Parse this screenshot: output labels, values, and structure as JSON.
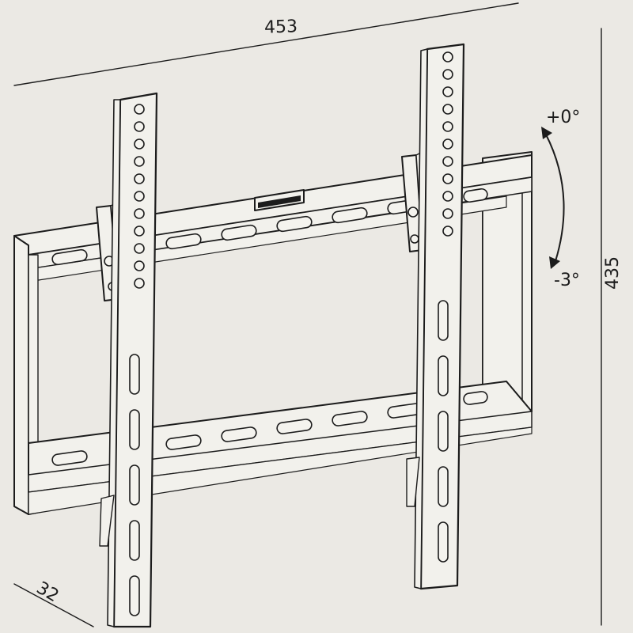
{
  "dimensions": {
    "width_label": "453",
    "height_label": "435",
    "depth_label": "32"
  },
  "tilt": {
    "up_label": "+0°",
    "down_label": "-3°"
  },
  "colors": {
    "ink": "#1c1c1c",
    "paper": "#ebe9e4",
    "part": "#f2f1ec"
  }
}
